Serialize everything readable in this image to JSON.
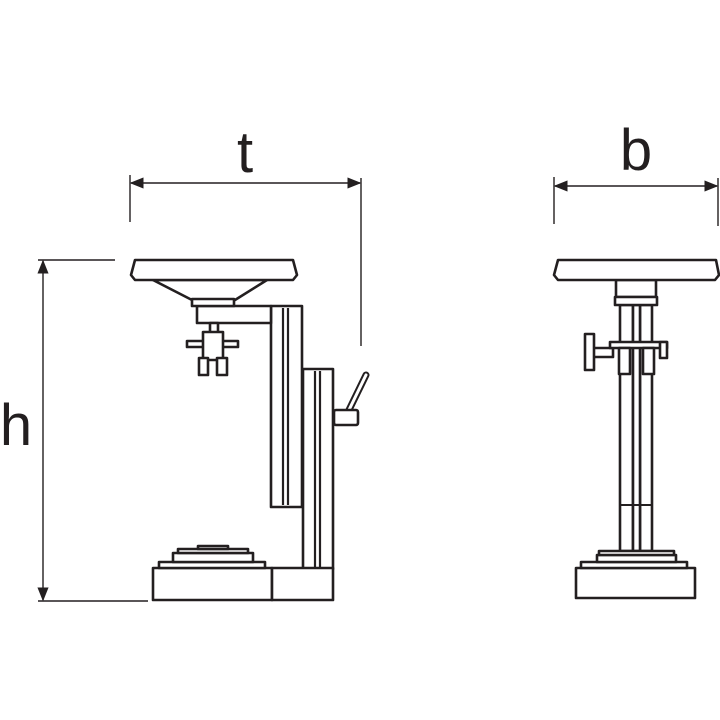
{
  "dimensions": {
    "depth_label": "t",
    "width_label": "b",
    "height_label": "h"
  },
  "colors": {
    "line": "#231f20",
    "background": "#ffffff"
  }
}
